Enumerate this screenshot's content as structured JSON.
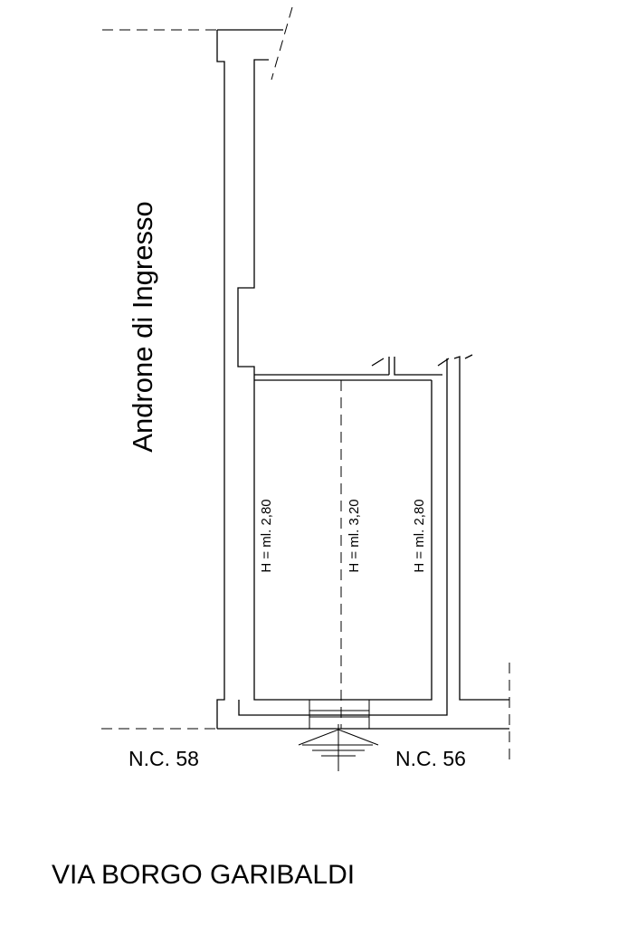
{
  "labels": {
    "corridor": "Androne di Ingresso",
    "height_left": "H = ml. 2,80",
    "height_center": "H = ml. 3,20",
    "height_right": "H = ml. 2,80",
    "civic_left": "N.C. 58",
    "civic_right": "N.C. 56",
    "street": "VIA BORGO GARIBALDI"
  }
}
